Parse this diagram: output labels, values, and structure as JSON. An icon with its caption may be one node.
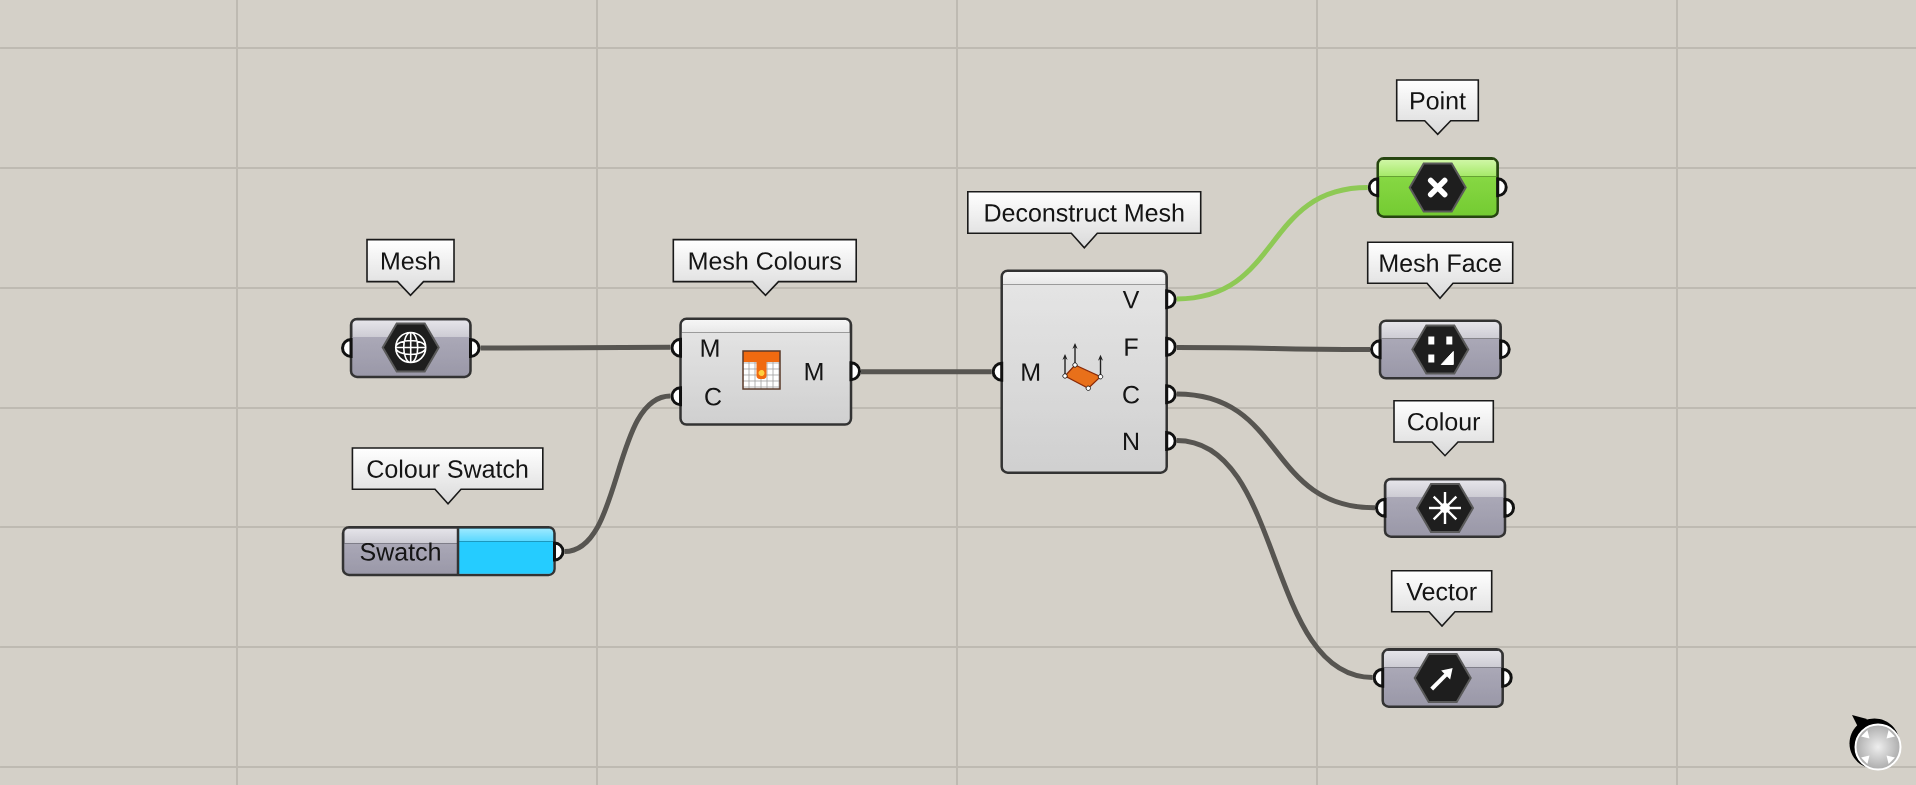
{
  "diagram": {
    "nodes": [
      {
        "text": [
          "Mesh"
        ]
      },
      {
        "text": [
          "Colour Swatch",
          "Swatch"
        ]
      },
      {
        "text": [
          "Mesh Colours",
          "M",
          "C",
          "M"
        ]
      },
      {
        "text": [
          "Deconstruct Mesh",
          "M",
          "V",
          "F",
          "C",
          "N"
        ]
      },
      {
        "text": [
          "Point"
        ]
      },
      {
        "text": [
          "Mesh Face"
        ]
      },
      {
        "text": [
          "Colour"
        ]
      },
      {
        "text": [
          "Vector"
        ]
      }
    ],
    "edges": [
      {
        "from": 0,
        "to": 2,
        "arrow": "none"
      },
      {
        "from": 1,
        "to": 2,
        "arrow": "none"
      },
      {
        "from": 2,
        "to": 3,
        "arrow": "none"
      },
      {
        "from": 3,
        "to": 4,
        "arrow": "none",
        "color": "#8ec955"
      },
      {
        "from": 3,
        "to": 5,
        "arrow": "none"
      },
      {
        "from": 3,
        "to": 6,
        "arrow": "none"
      },
      {
        "from": 3,
        "to": 7,
        "arrow": "none"
      }
    ]
  }
}
